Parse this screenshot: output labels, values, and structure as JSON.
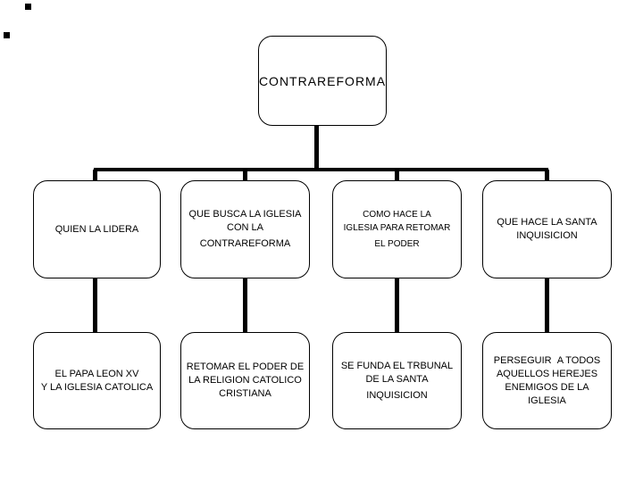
{
  "diagram": {
    "title_box": {
      "label": "CONTRAREFORMA"
    },
    "columns": [
      {
        "question": {
          "paragraphs": [
            "QUIEN LA LIDERA"
          ]
        },
        "answer": {
          "paragraphs": [
            "EL PAPA LEON XV\nY LA IGLESIA CATOLICA"
          ]
        }
      },
      {
        "question": {
          "paragraphs": [
            "QUE BUSCA LA IGLESIA\nCON LA",
            "CONTRAREFORMA"
          ]
        },
        "answer": {
          "paragraphs": [
            "RETOMAR EL PODER DE\nLA RELIGION CATOLICO\nCRISTIANA"
          ]
        }
      },
      {
        "question": {
          "paragraphs": [
            "COMO HACE LA\nIGLESIA PARA RETOMAR",
            "EL PODER"
          ]
        },
        "answer": {
          "paragraphs": [
            "SE FUNDA EL TRBUNAL\nDE LA SANTA",
            "INQUISICION"
          ]
        }
      },
      {
        "question": {
          "paragraphs": [
            "QUE HACE LA SANTA\nINQUISICION"
          ]
        },
        "answer": {
          "paragraphs": [
            "PERSEGUIR  A TODOS\nAQUELLOS HEREJES\nENEMIGOS DE LA\nIGLESIA"
          ]
        }
      }
    ],
    "colors": {
      "background": "#ffffff",
      "box_fill": "#ffffff",
      "box_border": "#000000",
      "connector": "#000000",
      "text": "#000000"
    }
  }
}
